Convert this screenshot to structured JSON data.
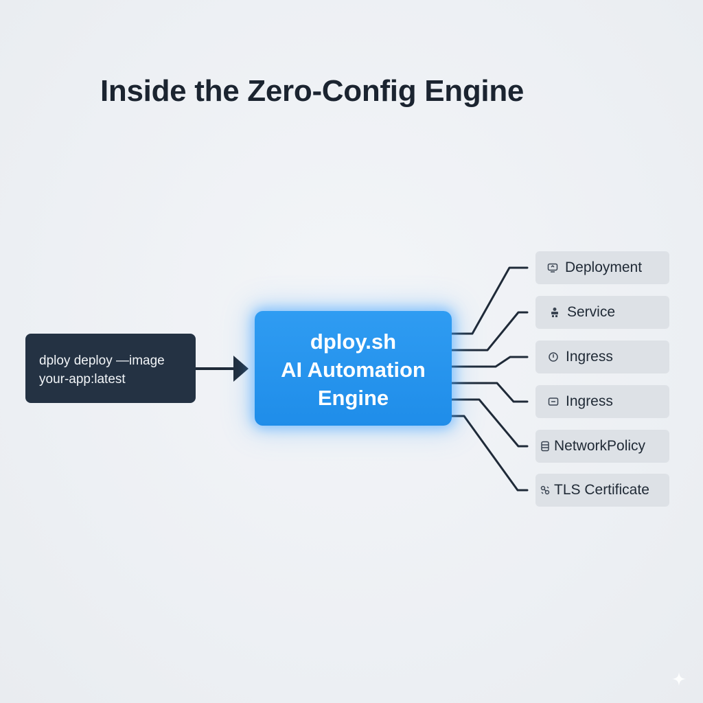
{
  "title": "Inside the Zero-Config Engine",
  "command": {
    "line1": "dploy deploy —image",
    "line2": "your-app:latest"
  },
  "engine": {
    "line1": "dploy.sh",
    "line2": "AI Automation",
    "line3": "Engine"
  },
  "resources": [
    {
      "label": "Deployment",
      "icon": "deployment-icon"
    },
    {
      "label": "Service",
      "icon": "service-icon"
    },
    {
      "label": "Ingress",
      "icon": "ingress-icon"
    },
    {
      "label": "Ingress",
      "icon": "ingress-card-icon"
    },
    {
      "label": "NetworkPolicy",
      "icon": "network-policy-icon"
    },
    {
      "label": "TLS Certificate",
      "icon": "certificate-icon"
    }
  ],
  "colors": {
    "engine": "#2196f3",
    "command": "#243243",
    "connector": "#1f2a38",
    "resource_bg": "#dde1e6"
  }
}
